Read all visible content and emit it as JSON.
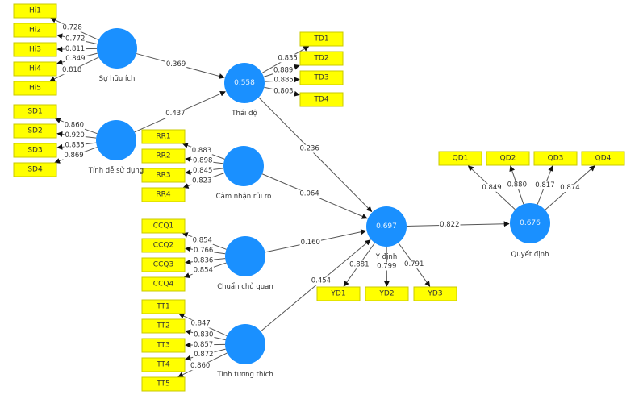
{
  "title": "PLS-SEM path model",
  "colors": {
    "construct": "#1a90ff",
    "indicator": "#ffff00",
    "edge": "#555555"
  },
  "constructs": [
    {
      "id": "HI",
      "label": "Sự hữu ích",
      "r2": ""
    },
    {
      "id": "SD",
      "label": "Tính dễ sử dụng",
      "r2": ""
    },
    {
      "id": "TD",
      "label": "Thái độ",
      "r2": "0.558"
    },
    {
      "id": "RR",
      "label": "Cảm nhận rủi ro",
      "r2": ""
    },
    {
      "id": "CCQ",
      "label": "Chuẩn chủ quan",
      "r2": ""
    },
    {
      "id": "TT",
      "label": "Tính tương thích",
      "r2": ""
    },
    {
      "id": "YD",
      "label": "Ý định",
      "r2": "0.697"
    },
    {
      "id": "QD",
      "label": "Quyết định",
      "r2": "0.676"
    }
  ],
  "indicators": [
    {
      "construct": "HI",
      "items": [
        {
          "name": "Hi1",
          "loading": "0.728"
        },
        {
          "name": "Hi2",
          "loading": "0.772"
        },
        {
          "name": "Hi3",
          "loading": "0.811"
        },
        {
          "name": "Hi4",
          "loading": "0.849"
        },
        {
          "name": "Hi5",
          "loading": "0.818"
        }
      ]
    },
    {
      "construct": "SD",
      "items": [
        {
          "name": "SD1",
          "loading": "0.860"
        },
        {
          "name": "SD2",
          "loading": "0.920"
        },
        {
          "name": "SD3",
          "loading": "0.835"
        },
        {
          "name": "SD4",
          "loading": "0.869"
        }
      ]
    },
    {
      "construct": "TD",
      "items": [
        {
          "name": "TD1",
          "loading": "0.835"
        },
        {
          "name": "TD2",
          "loading": "0.889"
        },
        {
          "name": "TD3",
          "loading": "0.885"
        },
        {
          "name": "TD4",
          "loading": "0.803"
        }
      ]
    },
    {
      "construct": "RR",
      "items": [
        {
          "name": "RR1",
          "loading": "0.883"
        },
        {
          "name": "RR2",
          "loading": "0.898"
        },
        {
          "name": "RR3",
          "loading": "0.845"
        },
        {
          "name": "RR4",
          "loading": "0.823"
        }
      ]
    },
    {
      "construct": "CCQ",
      "items": [
        {
          "name": "CCQ1",
          "loading": "0.854"
        },
        {
          "name": "CCQ2",
          "loading": "0.766"
        },
        {
          "name": "CCQ3",
          "loading": "0.836"
        },
        {
          "name": "CCQ4",
          "loading": "0.854"
        }
      ]
    },
    {
      "construct": "TT",
      "items": [
        {
          "name": "TT1",
          "loading": "0.847"
        },
        {
          "name": "TT2",
          "loading": "0.830"
        },
        {
          "name": "TT3",
          "loading": "0.857"
        },
        {
          "name": "TT4",
          "loading": "0.872"
        },
        {
          "name": "TT5",
          "loading": "0.860"
        }
      ]
    },
    {
      "construct": "YD",
      "items": [
        {
          "name": "YD1",
          "loading": "0.881"
        },
        {
          "name": "YD2",
          "loading": "0.799"
        },
        {
          "name": "YD3",
          "loading": "0.791"
        }
      ]
    },
    {
      "construct": "QD",
      "items": [
        {
          "name": "QD1",
          "loading": "0.849"
        },
        {
          "name": "QD2",
          "loading": "0.880"
        },
        {
          "name": "QD3",
          "loading": "0.817"
        },
        {
          "name": "QD4",
          "loading": "0.874"
        }
      ]
    }
  ],
  "paths": [
    {
      "from": "HI",
      "to": "TD",
      "coef": "0.369"
    },
    {
      "from": "SD",
      "to": "TD",
      "coef": "0.437"
    },
    {
      "from": "TD",
      "to": "YD",
      "coef": "0.236"
    },
    {
      "from": "RR",
      "to": "YD",
      "coef": "0.064"
    },
    {
      "from": "CCQ",
      "to": "YD",
      "coef": "0.160"
    },
    {
      "from": "TT",
      "to": "YD",
      "coef": "0.454"
    },
    {
      "from": "YD",
      "to": "QD",
      "coef": "0.822"
    }
  ]
}
